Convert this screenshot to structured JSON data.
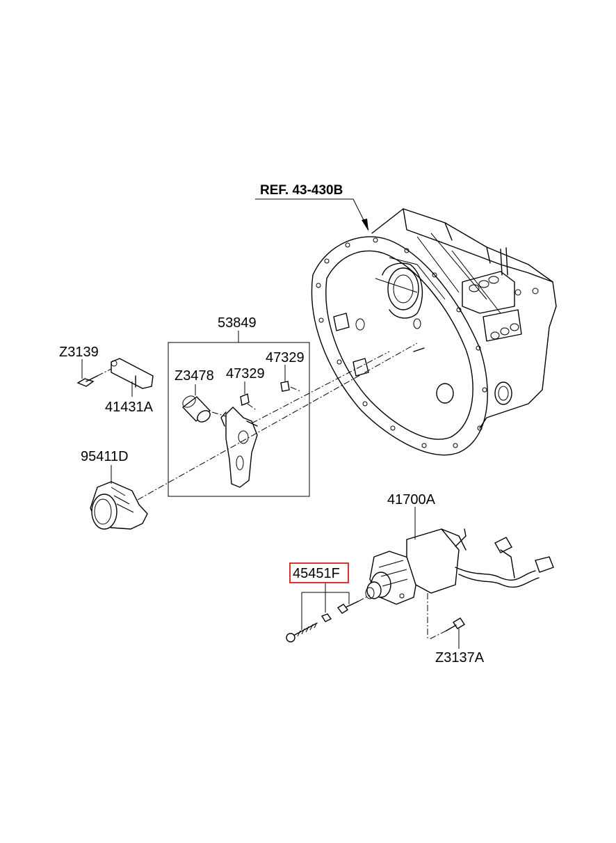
{
  "labels": {
    "ref_housing": "REF. 43-430B",
    "fork_kit": "53849",
    "bolt_z3139": "Z3139",
    "pivot_41431a": "41431A",
    "bushing_z3478": "Z3478",
    "clip_47329_a": "47329",
    "clip_47329_b": "47329",
    "bearing_95411d": "95411D",
    "actuator_41700a": "41700A",
    "bolt_kit_45451f": "45451F",
    "bolt_z3137a": "Z3137A"
  },
  "highlight": {
    "part": "45451F",
    "color": "#e0312f"
  }
}
